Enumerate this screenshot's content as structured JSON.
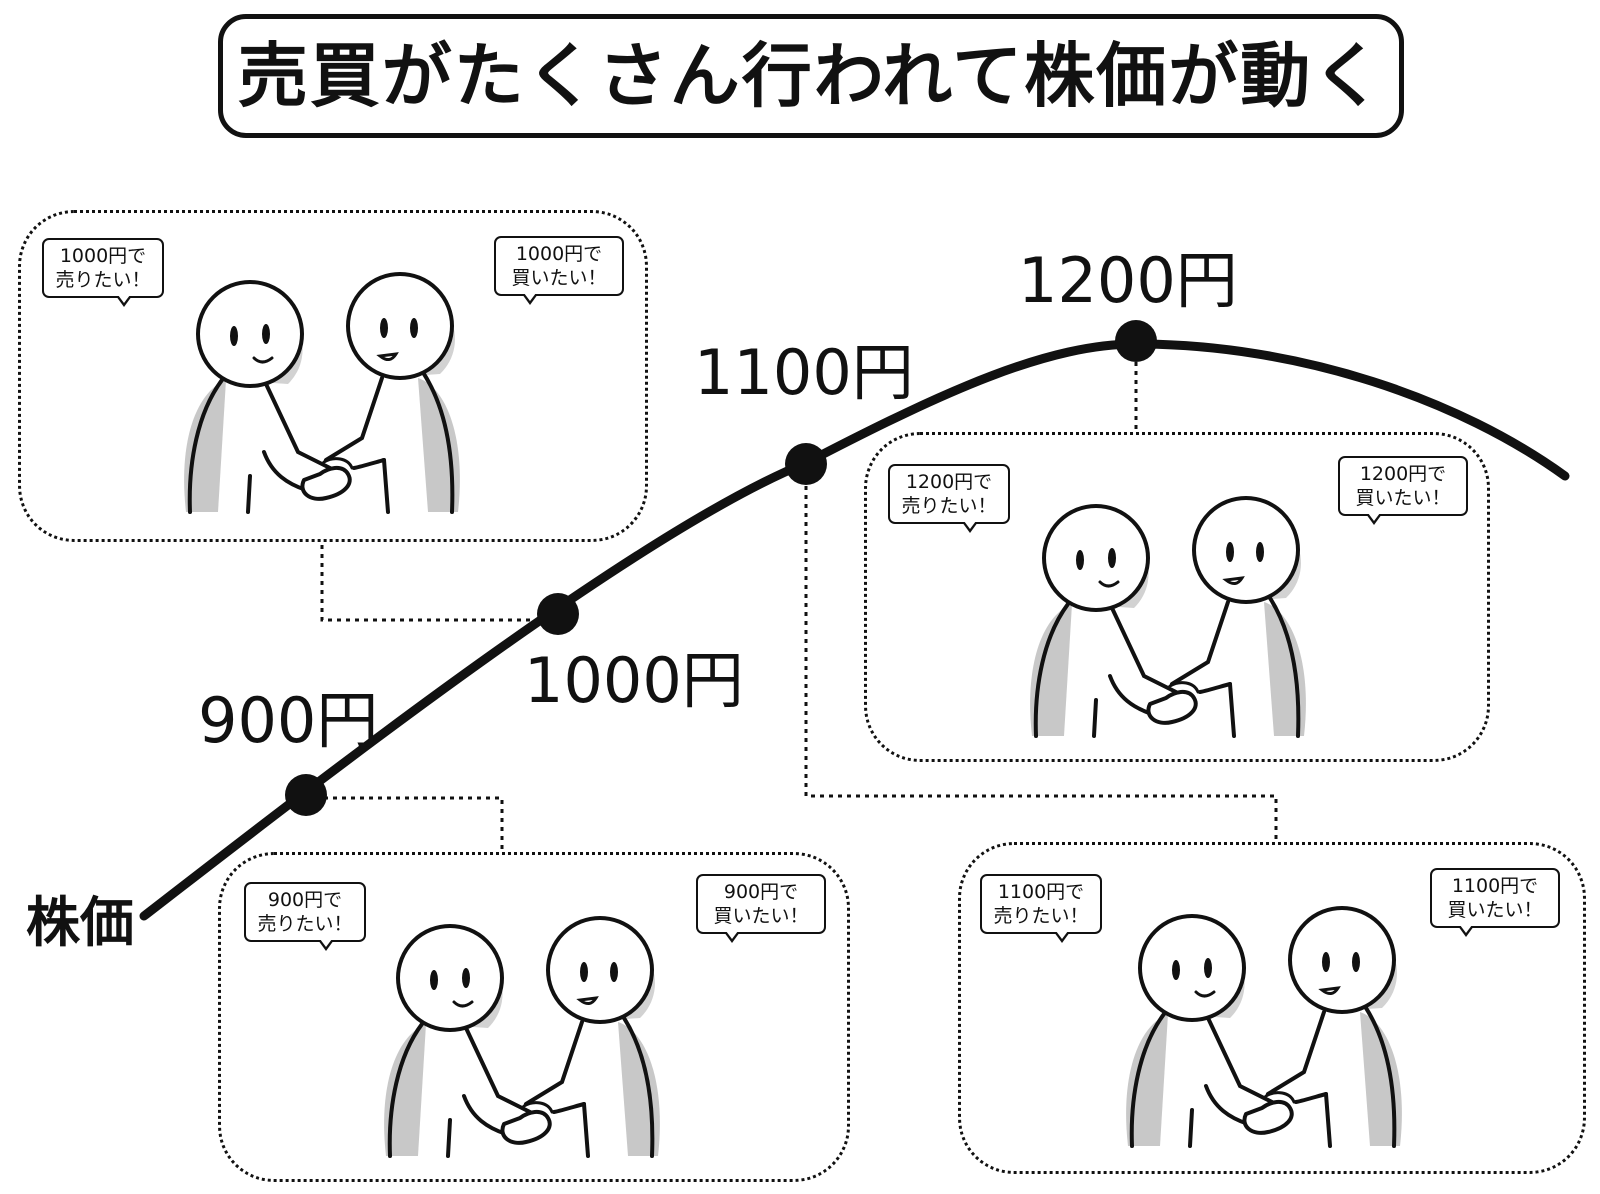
{
  "title": "売買がたくさん行われて株価が動く",
  "axis_label": "株価",
  "price_points": [
    {
      "label": "900円"
    },
    {
      "label": "1000円"
    },
    {
      "label": "1100円"
    },
    {
      "label": "1200円"
    }
  ],
  "panels": [
    {
      "seller": {
        "line1": "900円で",
        "line2": "売りたい！"
      },
      "buyer": {
        "line1": "900円で",
        "line2": "買いたい！"
      }
    },
    {
      "seller": {
        "line1": "1000円で",
        "line2": "売りたい！"
      },
      "buyer": {
        "line1": "1000円で",
        "line2": "買いたい！"
      }
    },
    {
      "seller": {
        "line1": "1100円で",
        "line2": "売りたい！"
      },
      "buyer": {
        "line1": "1100円で",
        "line2": "買いたい！"
      }
    },
    {
      "seller": {
        "line1": "1200円で",
        "line2": "売りたい！"
      },
      "buyer": {
        "line1": "1200円で",
        "line2": "買いたい！"
      }
    }
  ],
  "colors": {
    "line": "#111111",
    "shadow": "#c8c8c8",
    "background": "#ffffff"
  }
}
